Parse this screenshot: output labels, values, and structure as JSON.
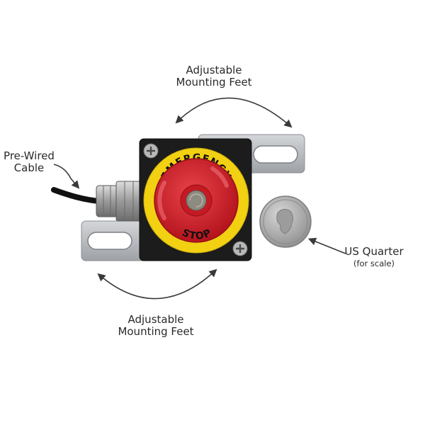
{
  "labels": {
    "top_feet": [
      "Adjustable",
      "Mounting Feet"
    ],
    "bottom_feet": [
      "Adjustable",
      "Mounting Feet"
    ],
    "cable": [
      "Pre-Wired",
      "Cable"
    ],
    "quarter": "US Quarter",
    "quarter_note": "(for scale)"
  },
  "button_text": {
    "top": "EMERGENCY",
    "bottom": "STOP"
  },
  "colors": {
    "enclosure": "#1c1c1c",
    "ring": "#f2d012",
    "mushroom": "#d8222c",
    "bracket": "#b9bcc0",
    "coin": "#a9aaa9",
    "arrow": "#3a3a3a"
  }
}
